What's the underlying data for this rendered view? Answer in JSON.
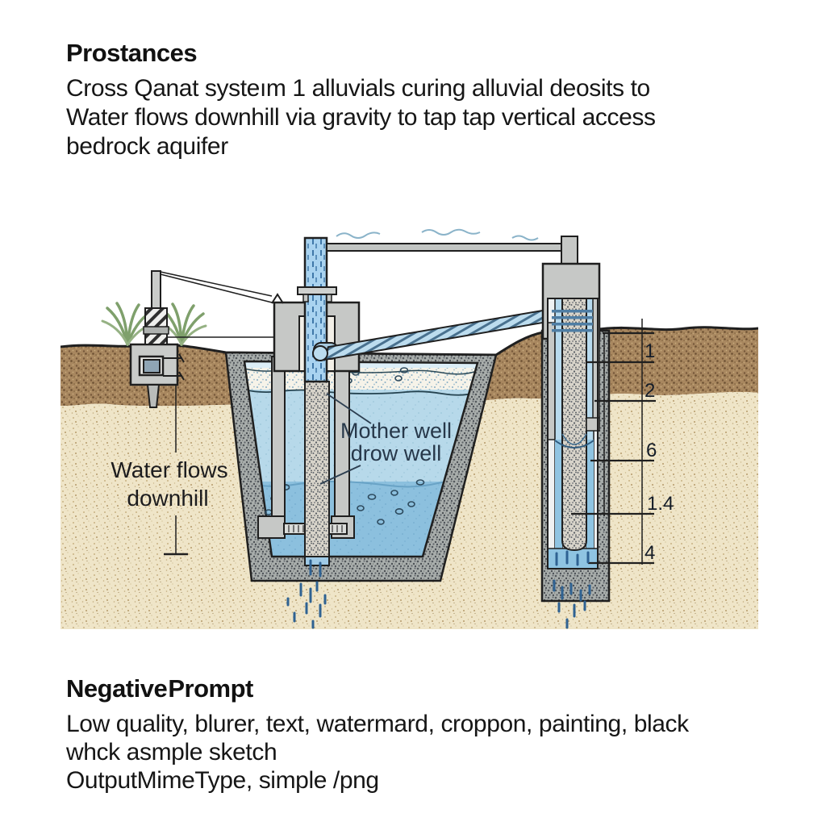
{
  "prompt": {
    "title": "Prostances",
    "lines": [
      "Cross Qanat systeım 1 alluvials curing alluvial deosits to",
      "Water flows downhill via gravity to tap tap vertical access",
      "bedrock aquifer"
    ]
  },
  "negative": {
    "title": "Negative Prompt",
    "lines": [
      "Low quality, blurer, text, watermard, croppon, painting, black",
      "whck asmple sketch",
      "OutputMimeType, simple /png"
    ]
  },
  "diagram": {
    "labels": {
      "mother_well_line1": "Mother well",
      "mother_well_line2": "drow well",
      "water_flows_line1": "Water flows",
      "water_flows_line2": "downhill"
    },
    "scale_marks": [
      "1",
      "2",
      "6",
      "1.4",
      "4"
    ],
    "colors": {
      "topsoil": "#a8875f",
      "sand": "#efe5c8",
      "gravel_lining": "#a9aeac",
      "water_light": "#b7d9ea",
      "water_deep": "#8cc0de",
      "structure_gray": "#c6c8c6",
      "pipe_blue": "#bcdcee",
      "outline": "#1f1f1f"
    }
  }
}
